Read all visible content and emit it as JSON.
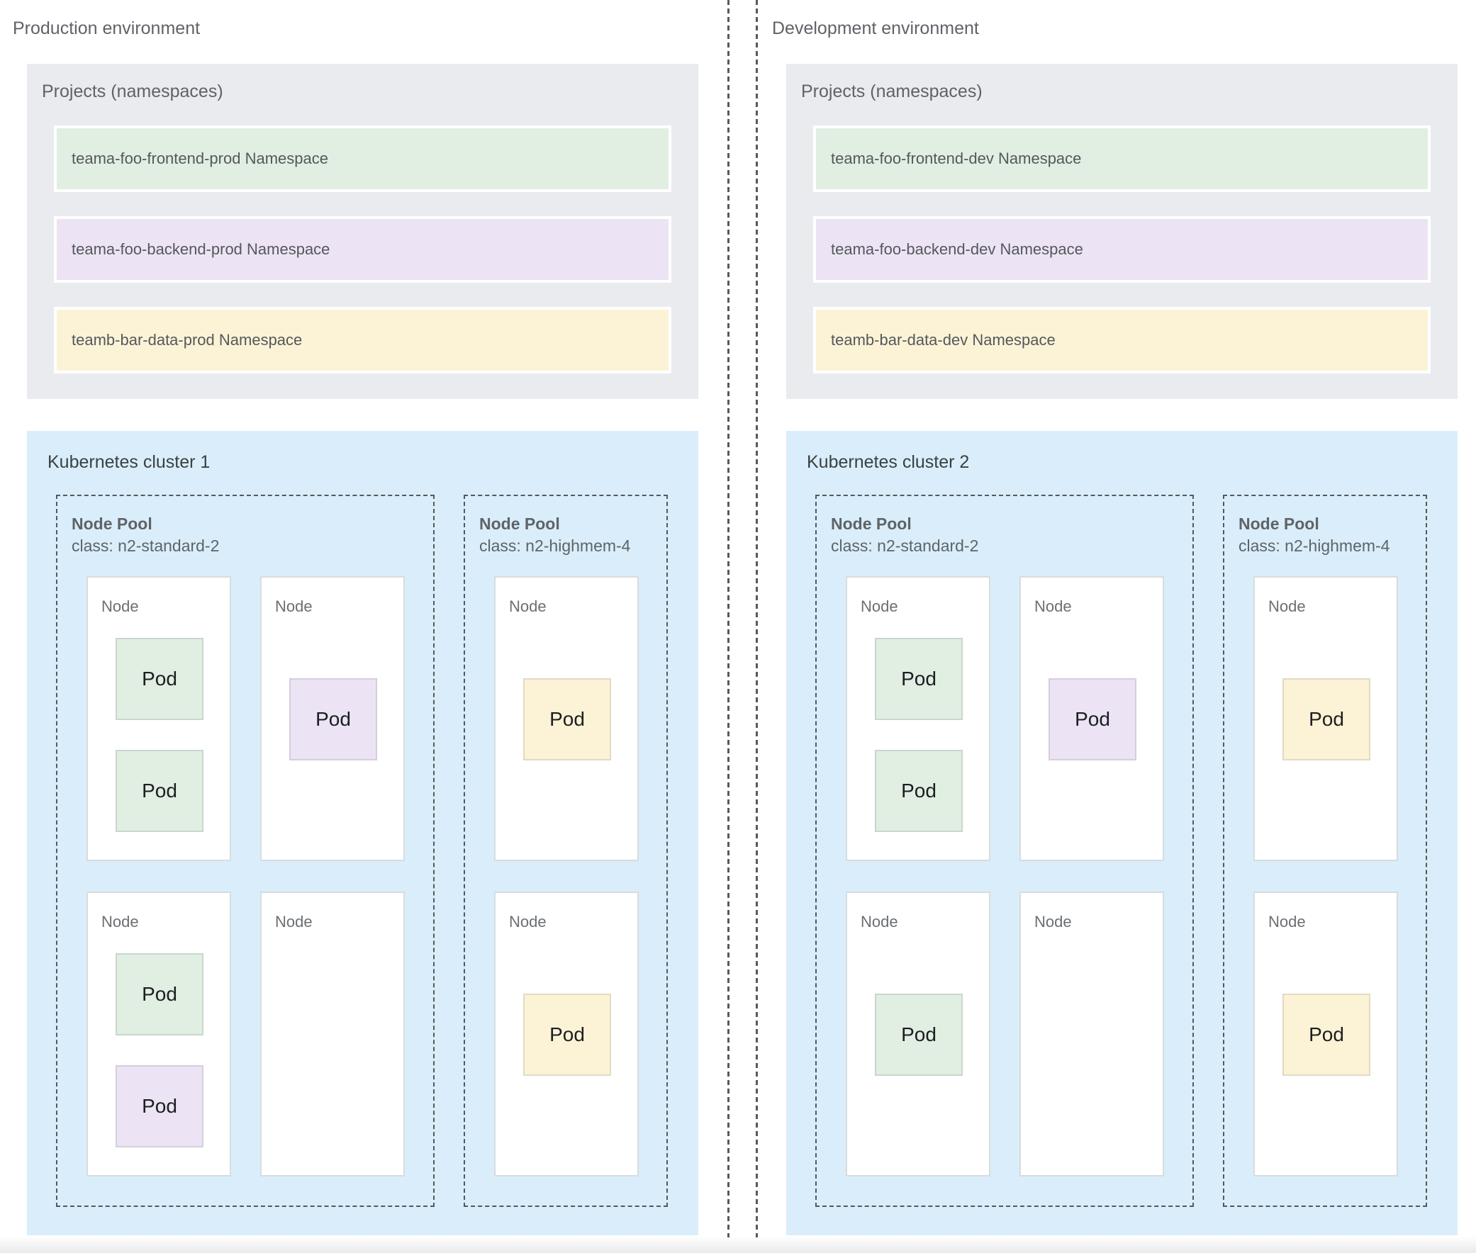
{
  "colors": {
    "green": "#e1eee2",
    "purple": "#ece4f4",
    "yellow": "#fcf3d6",
    "panel_bg": "#e9ebee",
    "cluster_bg": "#d9eefa"
  },
  "environments": [
    {
      "name": "production",
      "title": "Production environment",
      "projects": {
        "title": "Projects (namespaces)",
        "namespaces": [
          {
            "label": "teama-foo-frontend-prod Namespace",
            "color": "green"
          },
          {
            "label": "teama-foo-backend-prod Namespace",
            "color": "purple"
          },
          {
            "label": "teamb-bar-data-prod Namespace",
            "color": "yellow"
          }
        ]
      },
      "cluster": {
        "title": "Kubernetes cluster 1",
        "node_pools": [
          {
            "title": "Node Pool",
            "node_class": "class: n2-standard-2",
            "nodes": [
              {
                "label": "Node",
                "pods": [
                  {
                    "label": "Pod",
                    "color": "green",
                    "position": "top"
                  },
                  {
                    "label": "Pod",
                    "color": "green",
                    "position": "bottom"
                  }
                ]
              },
              {
                "label": "Node",
                "pods": [
                  {
                    "label": "Pod",
                    "color": "purple",
                    "position": "center"
                  }
                ]
              },
              {
                "label": "Node",
                "pods": [
                  {
                    "label": "Pod",
                    "color": "green",
                    "position": "top"
                  },
                  {
                    "label": "Pod",
                    "color": "purple",
                    "position": "bottom"
                  }
                ]
              },
              {
                "label": "Node",
                "pods": []
              }
            ]
          },
          {
            "title": "Node Pool",
            "node_class": "class: n2-highmem-4",
            "nodes": [
              {
                "label": "Node",
                "pods": [
                  {
                    "label": "Pod",
                    "color": "yellow",
                    "position": "center"
                  }
                ]
              },
              {
                "label": "Node",
                "pods": [
                  {
                    "label": "Pod",
                    "color": "yellow",
                    "position": "center"
                  }
                ]
              }
            ]
          }
        ]
      }
    },
    {
      "name": "development",
      "title": "Development environment",
      "projects": {
        "title": "Projects (namespaces)",
        "namespaces": [
          {
            "label": "teama-foo-frontend-dev Namespace",
            "color": "green"
          },
          {
            "label": "teama-foo-backend-dev Namespace",
            "color": "purple"
          },
          {
            "label": "teamb-bar-data-dev Namespace",
            "color": "yellow"
          }
        ]
      },
      "cluster": {
        "title": "Kubernetes cluster 2",
        "node_pools": [
          {
            "title": "Node Pool",
            "node_class": "class: n2-standard-2",
            "nodes": [
              {
                "label": "Node",
                "pods": [
                  {
                    "label": "Pod",
                    "color": "green",
                    "position": "top"
                  },
                  {
                    "label": "Pod",
                    "color": "green",
                    "position": "bottom"
                  }
                ]
              },
              {
                "label": "Node",
                "pods": [
                  {
                    "label": "Pod",
                    "color": "purple",
                    "position": "center"
                  }
                ]
              },
              {
                "label": "Node",
                "pods": [
                  {
                    "label": "Pod",
                    "color": "green",
                    "position": "center"
                  }
                ]
              },
              {
                "label": "Node",
                "pods": []
              }
            ]
          },
          {
            "title": "Node Pool",
            "node_class": "class: n2-highmem-4",
            "nodes": [
              {
                "label": "Node",
                "pods": [
                  {
                    "label": "Pod",
                    "color": "yellow",
                    "position": "center"
                  }
                ]
              },
              {
                "label": "Node",
                "pods": [
                  {
                    "label": "Pod",
                    "color": "yellow",
                    "position": "center"
                  }
                ]
              }
            ]
          }
        ]
      }
    }
  ]
}
